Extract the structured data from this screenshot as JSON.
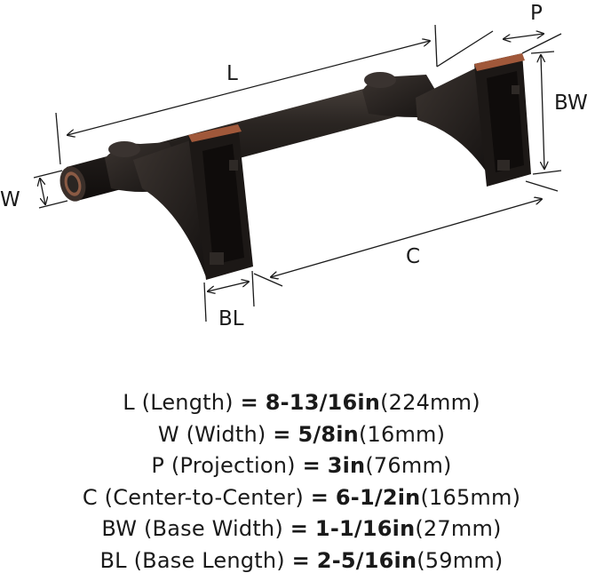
{
  "dimension_labels": {
    "L": "L",
    "W": "W",
    "P": "P",
    "BW": "BW",
    "C": "C",
    "BL": "BL"
  },
  "specs": [
    {
      "code": "L",
      "name": "(Length)",
      "eq": "=",
      "imperial": "8-13/16in",
      "metric": "(224mm)"
    },
    {
      "code": "W",
      "name": "(Width)",
      "eq": "=",
      "imperial": "5/8in",
      "metric": "(16mm)"
    },
    {
      "code": "P",
      "name": "(Projection)",
      "eq": "=",
      "imperial": "3in",
      "metric": "(76mm)"
    },
    {
      "code": "C",
      "name": "(Center-to-Center)",
      "eq": "=",
      "imperial": "6-1/2in",
      "metric": "(165mm)"
    },
    {
      "code": "BW",
      "name": "(Base Width)",
      "eq": "=",
      "imperial": "1-1/16in",
      "metric": "(27mm)"
    },
    {
      "code": "BL",
      "name": "(Base Length)",
      "eq": "=",
      "imperial": "2-5/16in",
      "metric": "(59mm)"
    }
  ],
  "colors": {
    "finish": "#2a2522",
    "finish_dark": "#141110",
    "copper": "#a0583a",
    "line": "#1a1a1a"
  }
}
